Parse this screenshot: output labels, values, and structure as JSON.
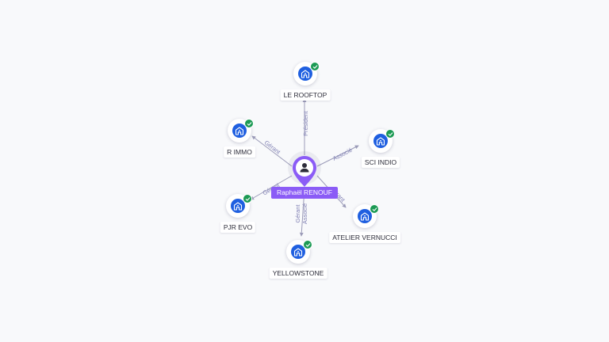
{
  "center": {
    "name": "Raphaël RENOUF",
    "icon": "person-icon",
    "color": "#8b5cf6"
  },
  "entities": [
    {
      "id": "le-rooftop",
      "name": "LE ROOFTOP",
      "role": "Président",
      "icon": "company-building-icon",
      "verified": true
    },
    {
      "id": "sci-indio",
      "name": "SCI INDIO",
      "role": "Associé",
      "icon": "company-building-icon",
      "verified": true
    },
    {
      "id": "atelier-vernucci",
      "name": "ATELIER VERNUCCI",
      "role": "Gérant",
      "icon": "company-building-icon",
      "verified": true
    },
    {
      "id": "yellowstone",
      "name": "YELLOWSTONE",
      "role": "Gérant Associé",
      "icon": "company-building-icon",
      "verified": true
    },
    {
      "id": "pjr-evo",
      "name": "PJR EVO",
      "role": "Gérant",
      "icon": "company-building-icon",
      "verified": true
    },
    {
      "id": "r-immo",
      "name": "R IMMO",
      "role": "Gérant",
      "icon": "company-building-icon",
      "verified": true
    }
  ],
  "colors": {
    "entity_icon": "#1f5fe0",
    "verified_badge": "#1c9a54",
    "edge": "#9b9bb8",
    "edge_label": "#7f7fb3"
  }
}
